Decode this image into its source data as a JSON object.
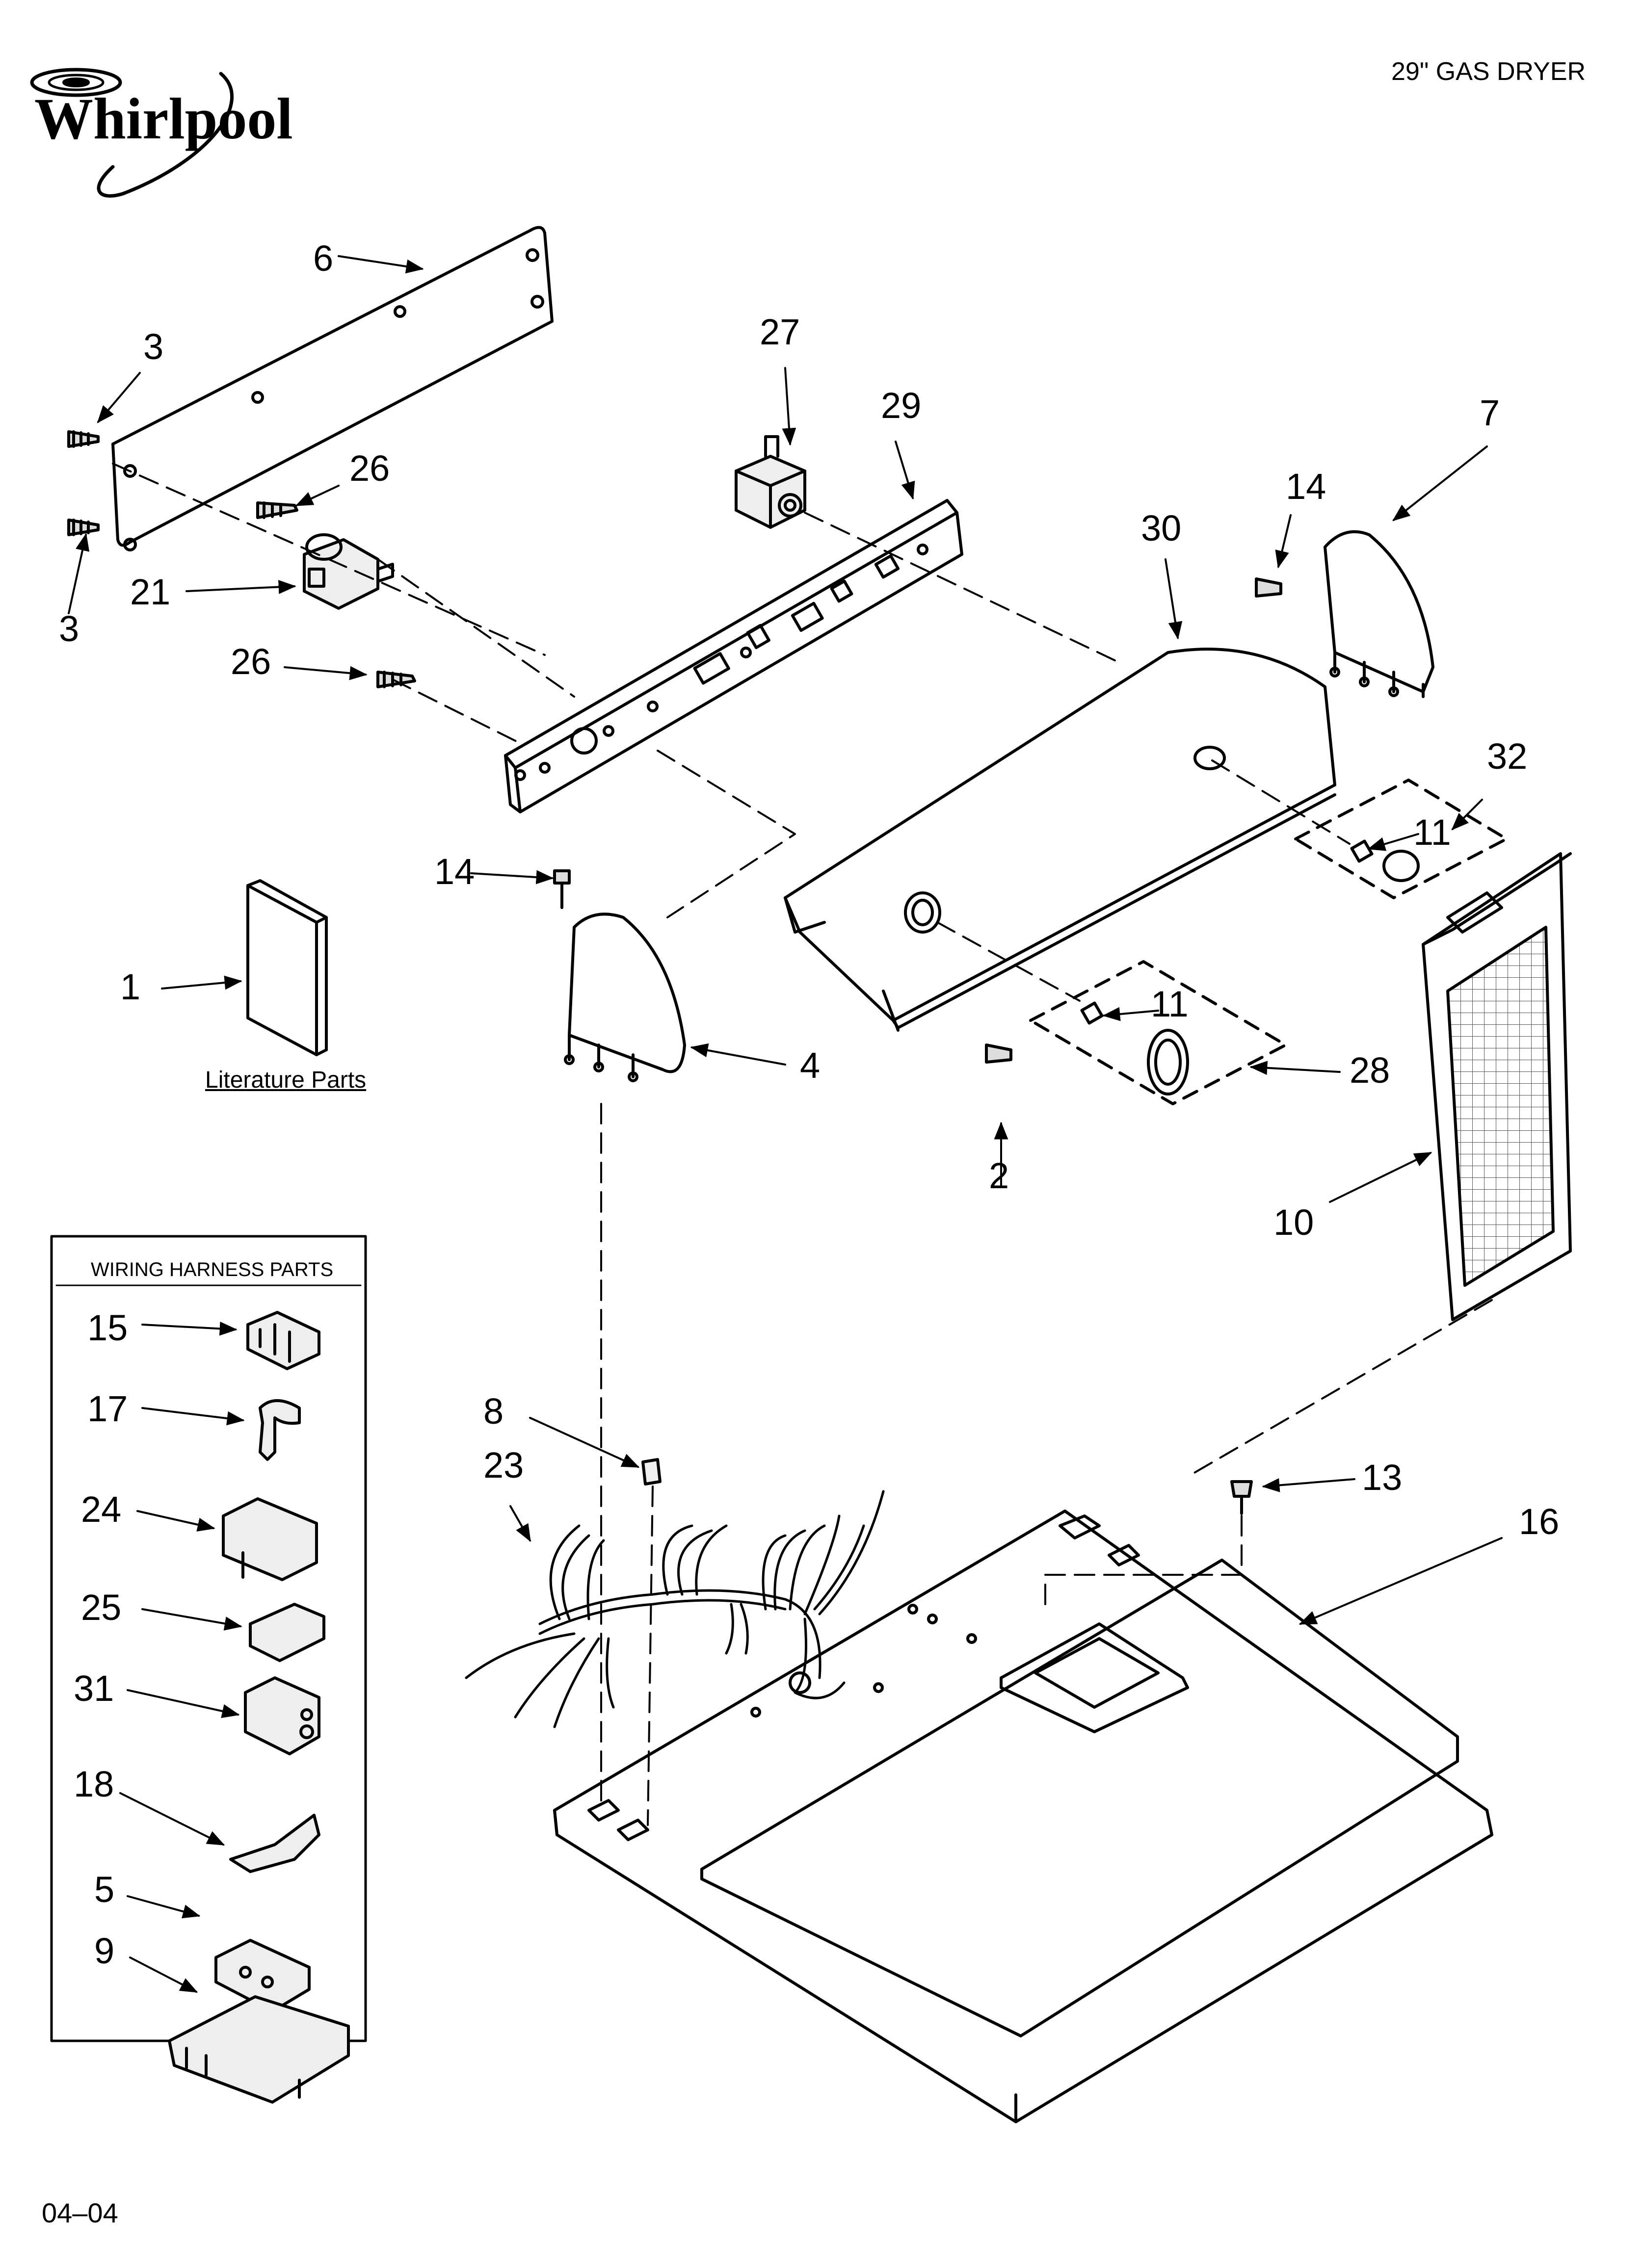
{
  "header": {
    "brand": "Whirlpool",
    "model": "29\" GAS DRYER"
  },
  "footer": {
    "code": "04–04"
  },
  "literature_label": "Literature Parts",
  "wiring_box": {
    "title": "WIRING HARNESS PARTS"
  },
  "callouts": {
    "c1": "1",
    "c2": "2",
    "c3a": "3",
    "c3b": "3",
    "c4": "4",
    "c5": "5",
    "c6": "6",
    "c7": "7",
    "c8": "8",
    "c9": "9",
    "c10": "10",
    "c11a": "11",
    "c11b": "11",
    "c13": "13",
    "c14a": "14",
    "c14b": "14",
    "c15": "15",
    "c16": "16",
    "c17": "17",
    "c18": "18",
    "c21": "21",
    "c23": "23",
    "c24": "24",
    "c25": "25",
    "c26a": "26",
    "c26b": "26",
    "c27": "27",
    "c28": "28",
    "c29": "29",
    "c30": "30",
    "c31": "31",
    "c32": "32"
  }
}
